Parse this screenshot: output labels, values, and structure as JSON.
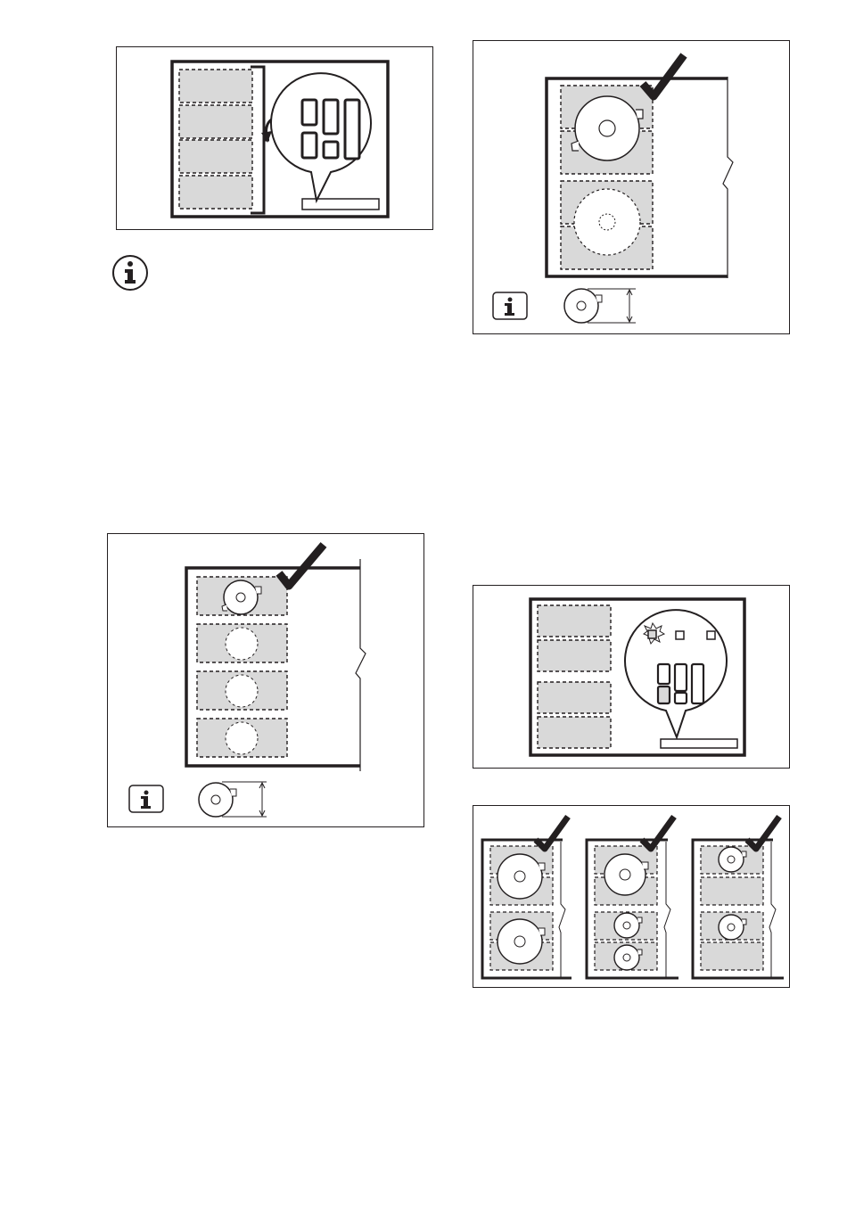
{
  "page": {
    "background": "#ffffff",
    "line_color": "#231f20",
    "zone_fill": "#d9d9d9"
  },
  "figures": [
    {
      "id": "fig-panel-selector",
      "description_icons": [
        "hob-outline",
        "cooking-zone-dashed",
        "control-panel-callout",
        "curved-arrow"
      ]
    },
    {
      "id": "fig-large-pan-two-zones",
      "description_icons": [
        "checkmark-icon",
        "pan-icon",
        "info-icon",
        "height-arrow"
      ]
    },
    {
      "id": "fig-single-pan-column",
      "description_icons": [
        "checkmark-icon",
        "pan-icon",
        "info-icon",
        "height-arrow"
      ]
    },
    {
      "id": "fig-panel-indicator",
      "description_icons": [
        "hob-outline",
        "indicator-star-icon",
        "control-panel-callout"
      ]
    },
    {
      "id": "fig-pan-combinations",
      "description_icons": [
        "checkmark-icon",
        "pan-icon"
      ]
    }
  ],
  "standalone_icons": [
    "info-icon"
  ]
}
